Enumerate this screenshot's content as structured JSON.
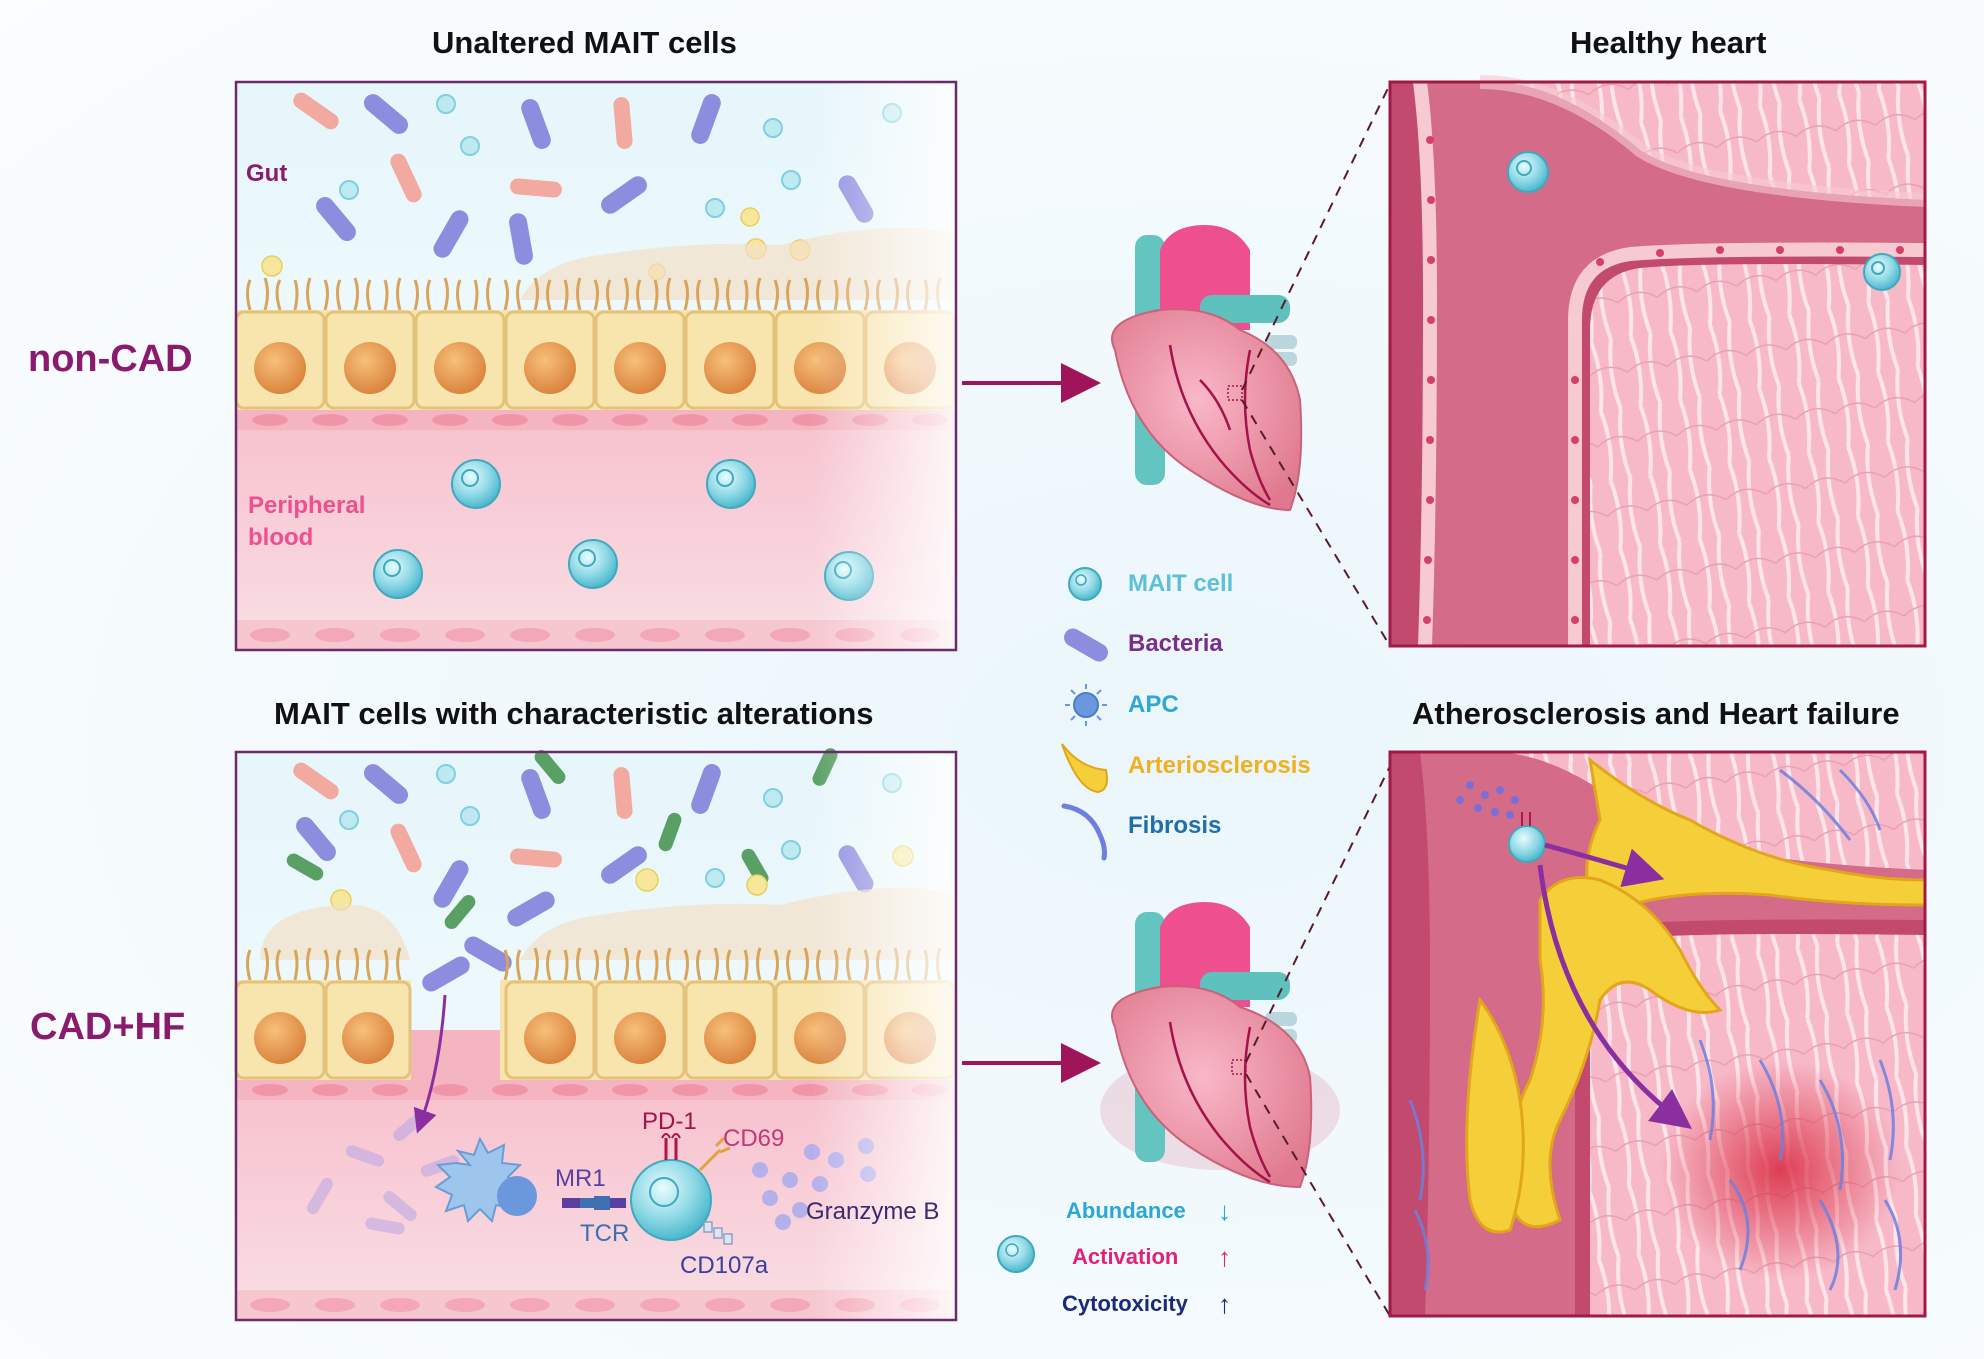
{
  "titles": {
    "top_left": "Unaltered MAIT cells",
    "top_right": "Healthy heart",
    "bottom_left": "MAIT cells with characteristic alterations",
    "bottom_right": "Atherosclerosis and Heart failure"
  },
  "rows": {
    "top": "non-CAD",
    "bottom": "CAD+HF"
  },
  "compartments": {
    "gut": "Gut",
    "blood_line1": "Peripheral",
    "blood_line2": "blood"
  },
  "molecules": {
    "mr1": "MR1",
    "tcr": "TCR",
    "pd1": "PD-1",
    "cd69": "CD69",
    "granzyme": "Granzyme B",
    "cd107a": "CD107a"
  },
  "legend": [
    {
      "label": "MAIT cell",
      "color": "#5cc0d8",
      "icon": "mait-cell-icon"
    },
    {
      "label": "Bacteria",
      "color": "#7a2e8c",
      "icon": "bacteria-icon"
    },
    {
      "label": "APC",
      "color": "#2ea6d6",
      "icon": "apc-icon"
    },
    {
      "label": "Arteriosclerosis",
      "color": "#f0b020",
      "icon": "arteriosclerosis-icon"
    },
    {
      "label": "Fibrosis",
      "color": "#1f6fa8",
      "icon": "fibrosis-icon"
    }
  ],
  "indicators": [
    {
      "label": "Abundance",
      "arrow": "↓",
      "color": "#2aa6d8"
    },
    {
      "label": "Activation",
      "arrow": "↑",
      "color": "#e0227a"
    },
    {
      "label": "Cytotoxicity",
      "arrow": "↑",
      "color": "#1b2a78"
    }
  ],
  "colors": {
    "title": "#111111",
    "row_label": "#8a1a6e",
    "panel_border": "#6b2a6e",
    "flow_arrow": "#a0155a"
  }
}
